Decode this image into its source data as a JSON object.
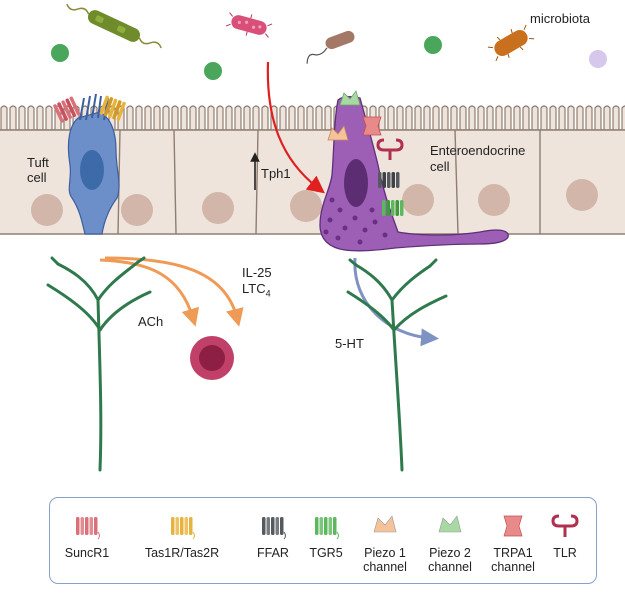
{
  "labels": {
    "microbiota": "microbiota",
    "tuft_line1": "Tuft",
    "tuft_line2": "cell",
    "ee_line1": "Enteroendocrine",
    "ee_line2": "cell",
    "tph1": "Tph1",
    "il25": "IL-25",
    "ltc4_base": "LTC",
    "ltc4_sub": "4",
    "ach": "ACh",
    "ht5": "5-HT"
  },
  "legend": [
    {
      "name": "SuncR1",
      "icon": "receptor-7tm-icon",
      "color": "#d9707a"
    },
    {
      "name": "Tas1R/Tas2R",
      "icon": "receptor-7tm-icon",
      "color": "#e8b33c"
    },
    {
      "name": "FFAR",
      "icon": "receptor-7tm-icon",
      "color": "#555a5f"
    },
    {
      "name": "TGR5",
      "icon": "receptor-7tm-icon",
      "color": "#5cb85c"
    },
    {
      "name": "Piezo 1\nchannel",
      "icon": "piezo-channel-icon",
      "color": "#f4c39a"
    },
    {
      "name": "Piezo 2\nchannel",
      "icon": "piezo-channel-icon",
      "color": "#a9d9a3"
    },
    {
      "name": "TRPA1\nchannel",
      "icon": "trpa1-channel-icon",
      "color": "#e88a8a"
    },
    {
      "name": "TLR",
      "icon": "tlr-icon",
      "color": "#b0314f"
    }
  ]
}
